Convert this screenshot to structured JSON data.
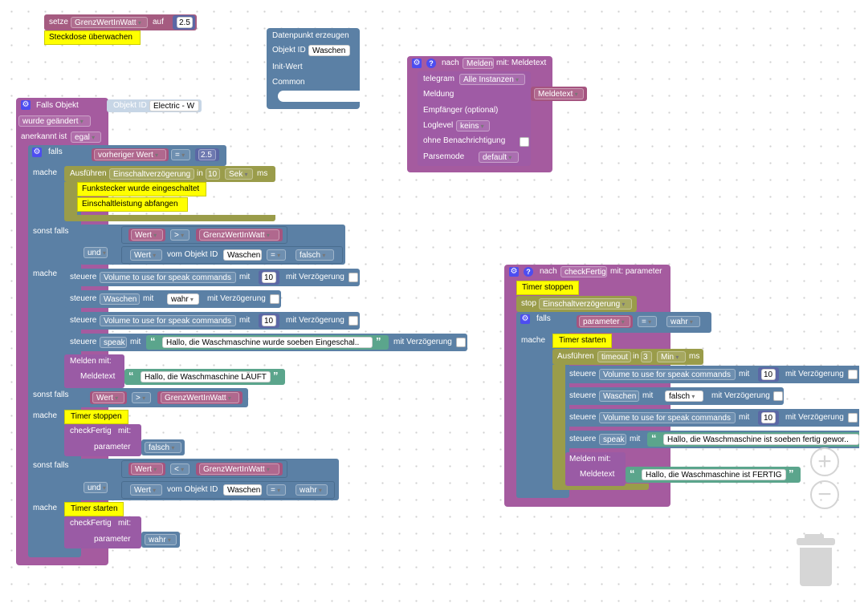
{
  "setze_block": {
    "setze": "setze",
    "var": "GrenzWertInWatt",
    "auf": "auf",
    "value": "2.5",
    "comment": "Steckdose überwachen"
  },
  "datenpunkt": {
    "title": "Datenpunkt erzeugen",
    "objekt_id": "Objekt ID",
    "objekt_value": "Waschen",
    "init": "Init-Wert",
    "common": "Common"
  },
  "melden": {
    "nach": "nach",
    "name": "Melden",
    "mit": "mit: Meldetext",
    "telegram": "telegram",
    "instanzen": "Alle Instanzen",
    "meldung": "Meldung",
    "meldetext": "Meldetext",
    "empfaenger": "Empfänger (optional)",
    "loglevel": "Loglevel",
    "loglevel_value": "keins",
    "ohne": "ohne Benachrichtigung",
    "parsemode": "Parsemode",
    "parsemode_value": "default"
  },
  "trigger": {
    "falls_objekt": "Falls Objekt",
    "objekt_id": "Objekt ID",
    "objekt_value": "Electric - W",
    "wurde": "wurde geändert",
    "anerkannt": "anerkannt ist",
    "egal": "egal",
    "falls": "falls",
    "vorheriger": "vorheriger Wert",
    "eq": "=",
    "val25": "2.5",
    "mache": "mache",
    "ausfuehren": "Ausführen",
    "einschalt": "Einschaltverzögerung",
    "in": "in",
    "n10": "10",
    "sek": "Sek",
    "ms": "ms",
    "comment1": "Funkstecker wurde eingeschaltet",
    "comment2": "Einschaltleistung abfangen",
    "sonst_falls": "sonst falls",
    "wert": "Wert",
    "gt": ">",
    "lt": "<",
    "grenz": "GrenzWertInWatt",
    "und": "und",
    "vom_objekt": "vom Objekt ID",
    "waschen": "Waschen",
    "falsch": "falsch",
    "wahr": "wahr",
    "steuere": "steuere",
    "volume": "Volume to use for speak commands",
    "mit": "mit",
    "verz": "mit Verzögerung",
    "speak": "speak",
    "speak_text": "Hallo, die Waschmaschine wurde soeben Eingeschal..",
    "melden_mit": "Melden mit:",
    "meldetext": "Meldetext",
    "laeuft": "Hallo, die Waschmaschine LÄUFT",
    "timer_stoppen": "Timer stoppen",
    "timer_starten": "Timer starten",
    "checkfertig": "checkFertig",
    "mit_colon": "mit:",
    "parameter": "parameter"
  },
  "check": {
    "nach": "nach",
    "name": "checkFertig",
    "mit": "mit: parameter",
    "timer_stoppen": "Timer stoppen",
    "stop": "stop",
    "einschalt": "Einschaltverzögerung",
    "falls": "falls",
    "parameter": "parameter",
    "eq": "=",
    "wahr": "wahr",
    "mache": "mache",
    "timer_starten": "Timer starten",
    "ausfuehren": "Ausführen",
    "timeout": "timeout",
    "in": "in",
    "n3": "3",
    "min": "Min",
    "ms": "ms",
    "steuere": "steuere",
    "volume": "Volume to use for speak commands",
    "mit_w": "mit",
    "n10": "10",
    "verz": "mit Verzögerung",
    "waschen": "Waschen",
    "falsch": "falsch",
    "speak": "speak",
    "speak_text": "Hallo, die Waschmaschine ist soeben fertig gewor..",
    "melden_mit": "Melden mit:",
    "meldetext": "Meldetext",
    "fertig": "Hallo, die Waschmaschine ist FERTIG"
  },
  "controls": {
    "zoom_in": "+",
    "zoom_out": "−"
  },
  "colors": {
    "trigger": "#a55b9f",
    "logic": "#5b80a5",
    "timer": "#9a9c4a",
    "comment": "#ffff00",
    "text": "#5ba58c",
    "number": "#5b67a5",
    "variable": "#a55b80"
  }
}
